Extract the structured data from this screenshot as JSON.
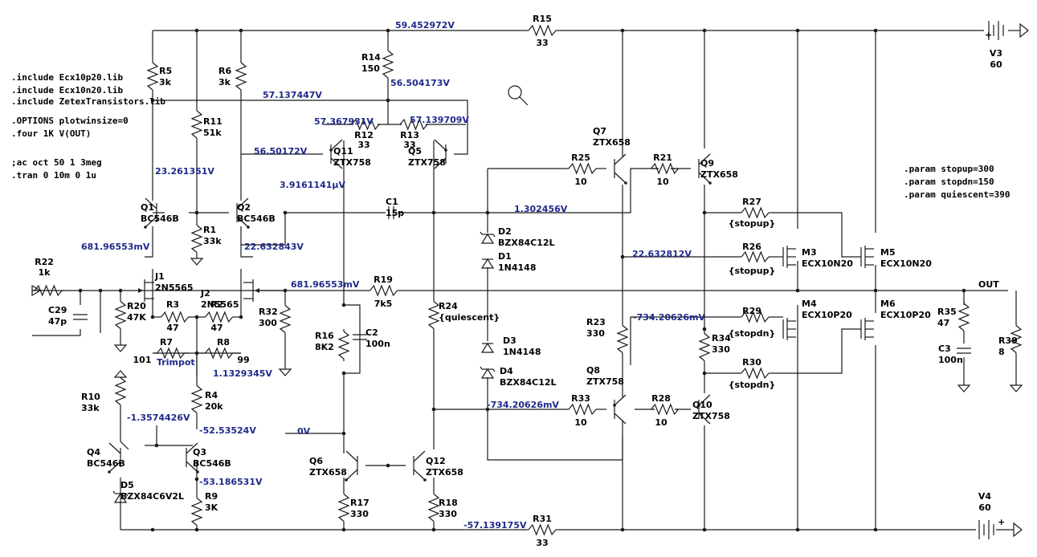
{
  "directives": [
    ".include Ecx10p20.lib",
    ".include Ecx10n20.lib",
    ".include ZetexTransistors.lib",
    ".OPTIONS plotwinsize=0",
    ".four 1K V(OUT)",
    ";ac oct 50 1 3meg",
    ".tran 0 10m 0 1u"
  ],
  "params": [
    ".param stopup=300",
    ".param stopdn=150",
    ".param quiescent=390"
  ],
  "node_voltages": [
    "59.452972V",
    "56.504173V",
    "57.137447V",
    "57.367931V",
    "57.139709V",
    "56.50172V",
    "23.261351V",
    "3.9161141µV",
    "1.302456V",
    "681.96553mV",
    "22.632843V",
    "681.96553mV",
    "22.632812V",
    "-734.20626mV",
    "1.1329345V",
    "-1.3574426V",
    "-52.53524V",
    "-53.186531V",
    "0V",
    "-734.20626mV",
    "-57.139175V"
  ],
  "net_labels": {
    "out": "OUT",
    "trimpot": "Trimpot"
  },
  "components": {
    "R15": [
      "R15",
      "33"
    ],
    "V3": [
      "V3",
      "60"
    ],
    "R14": [
      "R14",
      "150"
    ],
    "R5": [
      "R5",
      "3k"
    ],
    "R6": [
      "R6",
      "3k"
    ],
    "R11": [
      "R11",
      "51k"
    ],
    "R12": [
      "R12",
      "33"
    ],
    "R13": [
      "R13",
      "33"
    ],
    "Q11": [
      "Q11",
      "ZTX758"
    ],
    "Q5": [
      "Q5",
      "ZTX758"
    ],
    "Q7": [
      "Q7",
      "ZTX658"
    ],
    "R25": [
      "R25",
      "10"
    ],
    "R21": [
      "R21",
      "10"
    ],
    "Q9": [
      "Q9",
      "ZTX658"
    ],
    "Q1": [
      "Q1",
      "BC546B"
    ],
    "Q2": [
      "Q2",
      "BC546B"
    ],
    "R1": [
      "R1",
      "33k"
    ],
    "C1": [
      "C1",
      "15p"
    ],
    "R27": [
      "R27",
      "{stopup}"
    ],
    "R26": [
      "R26",
      "{stopup}"
    ],
    "M3": [
      "M3",
      "ECX10N20"
    ],
    "M5": [
      "M5",
      "ECX10N20"
    ],
    "D2": [
      "D2",
      "BZX84C12L"
    ],
    "D1": [
      "D1",
      "1N4148"
    ],
    "R22": [
      "R22",
      "1k"
    ],
    "J1": [
      "J1",
      "2N5565"
    ],
    "J2": [
      "J2",
      "2N5565"
    ],
    "C29": [
      "C29",
      "47p"
    ],
    "R20": [
      "R20",
      "47K"
    ],
    "R3": [
      "R3",
      "47"
    ],
    "R2": [
      "R2",
      "47"
    ],
    "R32": [
      "R32",
      "300"
    ],
    "R19": [
      "R19",
      "7k5"
    ],
    "R24": [
      "R24",
      "{quiescent}"
    ],
    "R16": [
      "R16",
      "8K2"
    ],
    "C2": [
      "C2",
      "100n"
    ],
    "D3": [
      "D3",
      "1N4148"
    ],
    "D4": [
      "D4",
      "BZX84C12L"
    ],
    "R23": [
      "R23",
      "330"
    ],
    "R34": [
      "R34",
      "330"
    ],
    "R29": [
      "R29",
      "{stopdn}"
    ],
    "R30": [
      "R30",
      "{stopdn}"
    ],
    "M4": [
      "M4",
      "ECX10P20"
    ],
    "M6": [
      "M6",
      "ECX10P20"
    ],
    "R35": [
      "R35",
      "47"
    ],
    "C3": [
      "C3",
      "100n"
    ],
    "R39": [
      "R39",
      "8"
    ],
    "R7": [
      "R7",
      "101"
    ],
    "R8": [
      "R8",
      "99"
    ],
    "R4": [
      "R4",
      "20k"
    ],
    "R10": [
      "R10",
      "33k"
    ],
    "Q8": [
      "Q8",
      "ZTX758"
    ],
    "R33": [
      "R33",
      "10"
    ],
    "R28": [
      "R28",
      "10"
    ],
    "Q10": [
      "Q10",
      "ZTX758"
    ],
    "Q4": [
      "Q4",
      "BC546B"
    ],
    "Q3": [
      "Q3",
      "BC546B"
    ],
    "D5": [
      "D5",
      "BZX84C6V2L"
    ],
    "R9": [
      "R9",
      "3K"
    ],
    "Q6": [
      "Q6",
      "ZTX658"
    ],
    "Q12": [
      "Q12",
      "ZTX658"
    ],
    "R17": [
      "R17",
      "330"
    ],
    "R18": [
      "R18",
      "330"
    ],
    "R31": [
      "R31",
      "33"
    ],
    "V4": [
      "V4",
      "60"
    ]
  },
  "icons": {
    "cursor": "magnifier-icon"
  }
}
